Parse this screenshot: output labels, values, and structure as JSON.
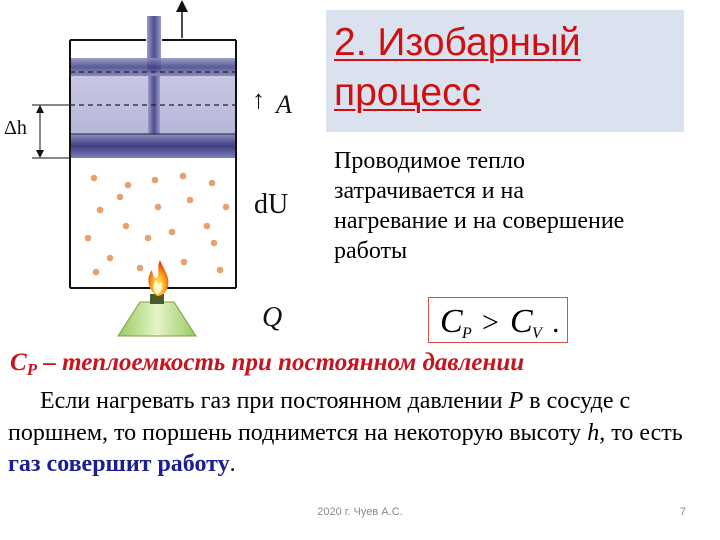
{
  "title": "2. Изобарный\nпроцесс",
  "description": "Проводимое тепло затрачивается и на нагревание и на совершение работы",
  "diagram": {
    "label_A": "A",
    "label_A_arrow": "↑",
    "label_dU": "dU",
    "label_Q": "Q",
    "label_dh": "Δh"
  },
  "formula": {
    "left": "C",
    "left_sub": "P",
    "op": ">",
    "right": "C",
    "right_sub": "V",
    "end": "."
  },
  "cp_line": {
    "symbol": "C",
    "symbol_sub": "P",
    "text": " – теплоемкость при постоянном давлении"
  },
  "paragraph": {
    "part1": "Если нагревать газ при постоянном давлении ",
    "var_P": "P",
    "part2": " в сосуде с поршнем, то поршень поднимется на некоторую высоту ",
    "var_h": "h",
    "part3": ", то есть ",
    "highlight": "газ совершит работу",
    "part4": "."
  },
  "footer": "2020 г. Чуев А.С.",
  "page_number": "7",
  "colors": {
    "title_red": "#d01010",
    "title_bg": "#dbe2ef",
    "piston": "#5c5d97",
    "dots": "#e8a070",
    "highlight_blue": "#1b1f8f"
  }
}
